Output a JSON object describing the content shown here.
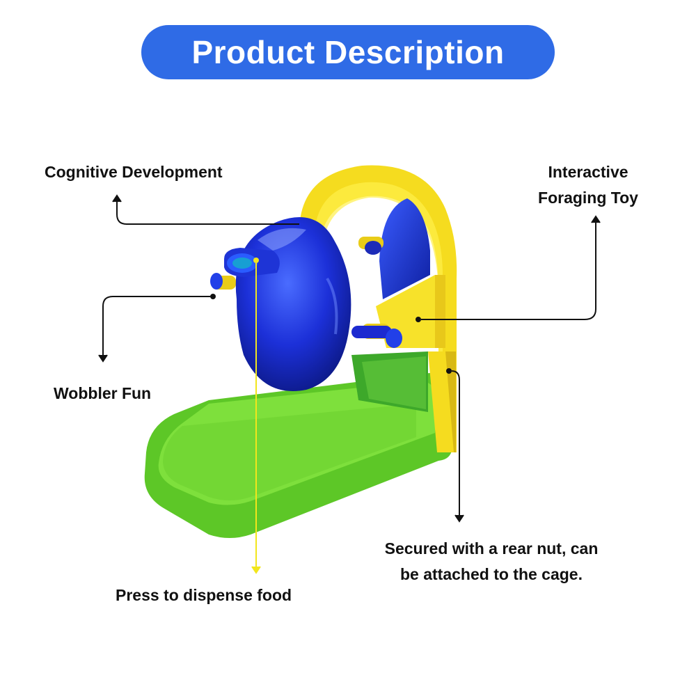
{
  "title": "Product Description",
  "labels": {
    "cognitive": "Cognitive Development",
    "interactive_line1": "Interactive",
    "interactive_line2": "Foraging Toy",
    "wobbler": "Wobbler Fun",
    "press": "Press to dispense food",
    "secured_line1": "Secured with a rear nut, can",
    "secured_line2": "be attached to the cage."
  },
  "colors": {
    "title_bg": "#2f6be6",
    "toy_blue": "#1a2fd0",
    "toy_yellow": "#f7e22a",
    "toy_green": "#6cd82e",
    "leader_line": "#111111",
    "dispense_line": "#f2e61c"
  }
}
